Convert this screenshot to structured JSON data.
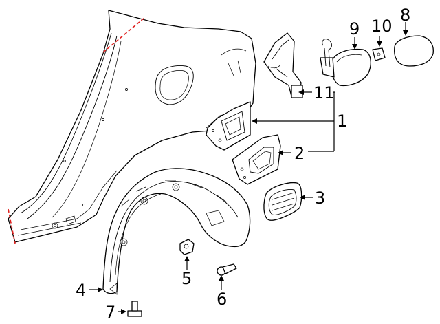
{
  "diagram": {
    "callouts": [
      {
        "id": "1",
        "label": "1"
      },
      {
        "id": "2",
        "label": "2"
      },
      {
        "id": "3",
        "label": "3"
      },
      {
        "id": "4",
        "label": "4"
      },
      {
        "id": "5",
        "label": "5"
      },
      {
        "id": "6",
        "label": "6"
      },
      {
        "id": "7",
        "label": "7"
      },
      {
        "id": "8",
        "label": "8"
      },
      {
        "id": "9",
        "label": "9"
      },
      {
        "id": "10",
        "label": "10"
      },
      {
        "id": "11",
        "label": "11"
      }
    ],
    "colors": {
      "line": "#000000",
      "cut_line": "#e0211f",
      "background": "#ffffff"
    }
  }
}
